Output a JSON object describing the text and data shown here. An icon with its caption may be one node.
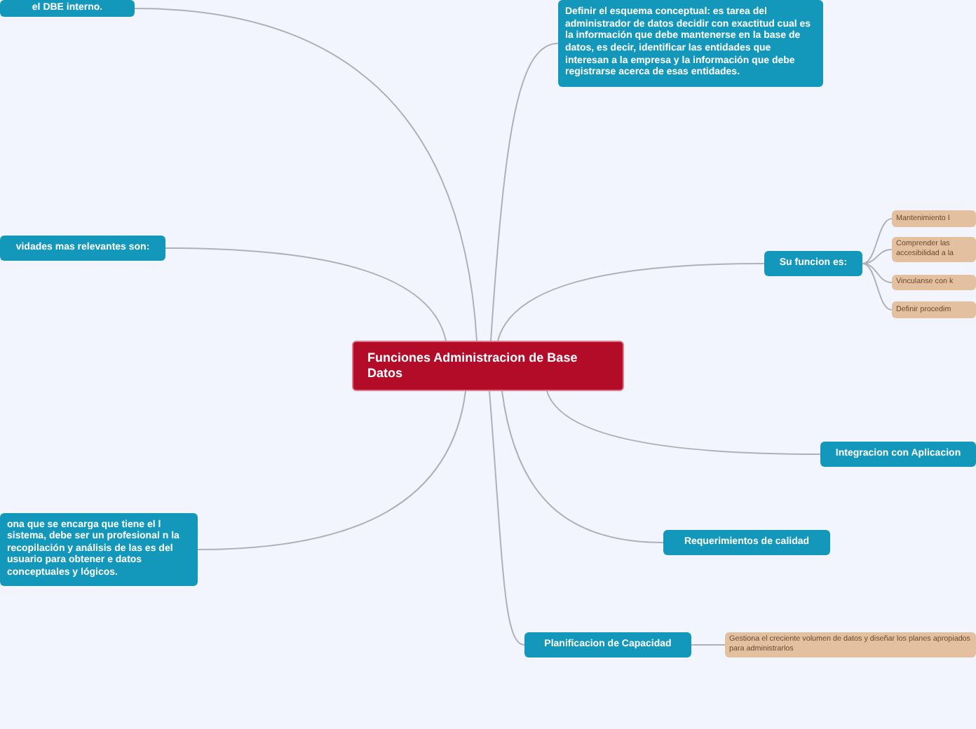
{
  "diagram": {
    "nodes": [
      {
        "text": [
          "Funciones Administracion de Base Datos"
        ]
      },
      {
        "text": [
          "el DBE interno."
        ]
      },
      {
        "text": [
          "Definir el esquema conceptual: es tarea del administrador de datos decidir con exactitud cual es la información que debe mantenerse en la base de datos, es decir, identificar las entidades que interesan a la empresa y la información que debe registrarse acerca de esas entidades."
        ]
      },
      {
        "text": [
          "vidades mas relevantes son:"
        ]
      },
      {
        "text": [
          "Su funcion es:"
        ]
      },
      {
        "text": [
          "Mantenimiento I"
        ]
      },
      {
        "text": [
          "Comprender las accesibilidad a la"
        ]
      },
      {
        "text": [
          "Vinculanse con k"
        ]
      },
      {
        "text": [
          "Definir procedim"
        ]
      },
      {
        "text": [
          "Integracion con Aplicacion"
        ]
      },
      {
        "text": [
          "ona que se encarga que tiene el l sistema, debe ser un profesional n la recopilación y análisis de las es del usuario para obtener e datos conceptuales y lógicos."
        ]
      },
      {
        "text": [
          "Requerimientos de calidad"
        ]
      },
      {
        "text": [
          "Planificacion de Capacidad"
        ]
      },
      {
        "text": [
          "Gestiona el creciente volumen de datos y diseñar los planes apropiados para administrarlos"
        ]
      }
    ],
    "edges": [
      {
        "from": 0,
        "to": 1,
        "arrow": "none"
      },
      {
        "from": 0,
        "to": 2,
        "arrow": "none"
      },
      {
        "from": 0,
        "to": 3,
        "arrow": "none"
      },
      {
        "from": 0,
        "to": 4,
        "arrow": "none"
      },
      {
        "from": 4,
        "to": 5,
        "arrow": "none"
      },
      {
        "from": 4,
        "to": 6,
        "arrow": "none"
      },
      {
        "from": 4,
        "to": 7,
        "arrow": "none"
      },
      {
        "from": 4,
        "to": 8,
        "arrow": "none"
      },
      {
        "from": 0,
        "to": 9,
        "arrow": "none"
      },
      {
        "from": 0,
        "to": 10,
        "arrow": "none"
      },
      {
        "from": 0,
        "to": 11,
        "arrow": "none"
      },
      {
        "from": 0,
        "to": 12,
        "arrow": "none"
      },
      {
        "from": 12,
        "to": 13,
        "arrow": "none"
      }
    ]
  }
}
